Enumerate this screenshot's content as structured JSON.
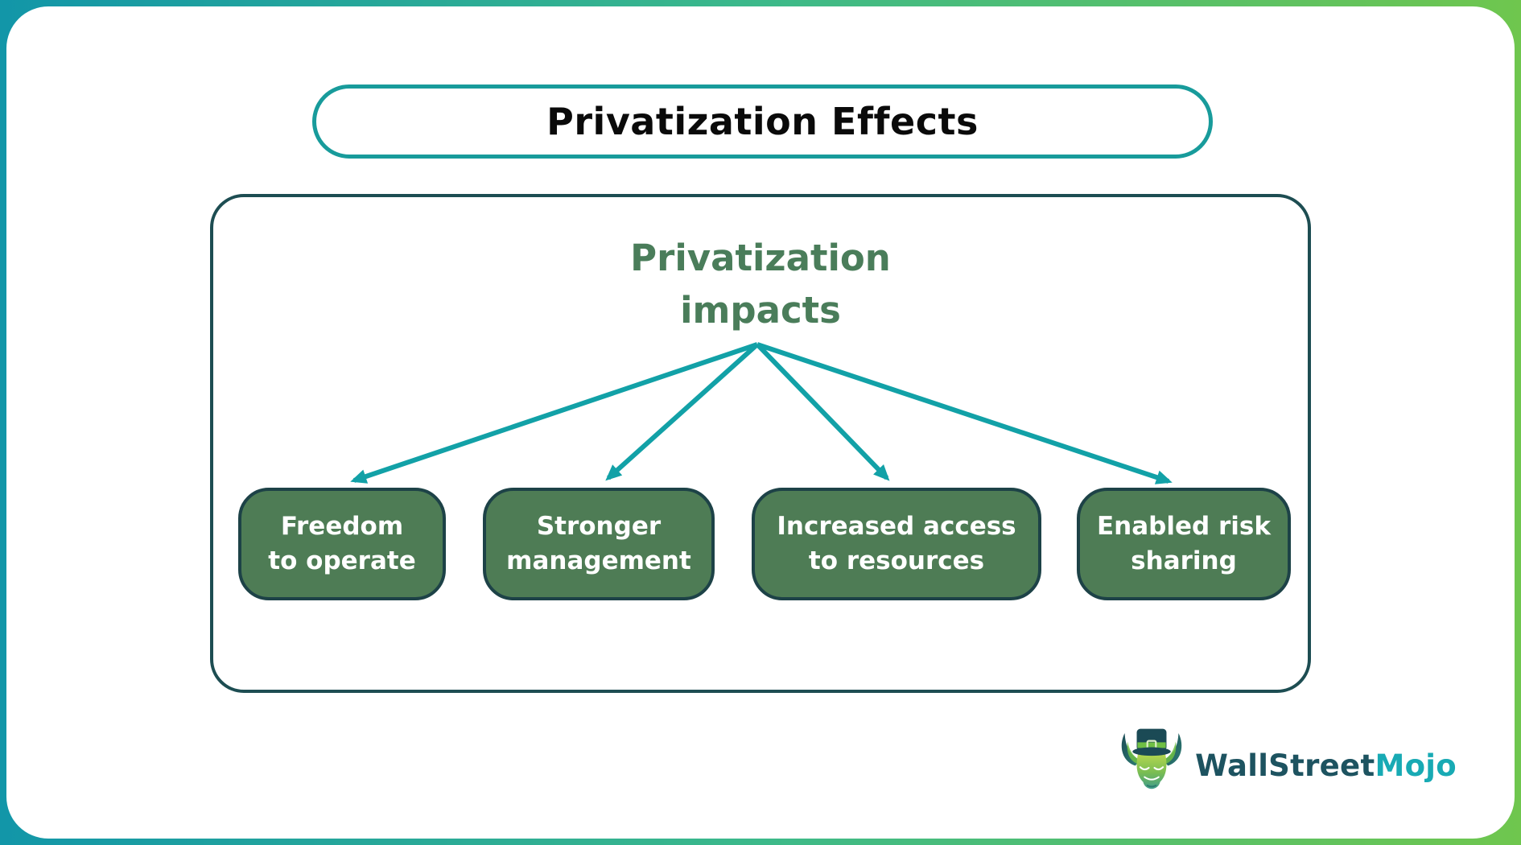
{
  "title": {
    "text": "Privatization Effects"
  },
  "diagram": {
    "heading": "Privatization\nimpacts",
    "nodes": [
      {
        "label": "Freedom\nto operate"
      },
      {
        "label": "Stronger\nmanagement"
      },
      {
        "label": "Increased access\nto resources"
      },
      {
        "label": "Enabled risk\nsharing"
      }
    ]
  },
  "logo": {
    "part1": "WallStreet",
    "part2": "Mojo",
    "icon": "bull-with-top-hat"
  },
  "colors": {
    "frame_gradient_left": "#1296a8",
    "frame_gradient_mid": "#3cb98a",
    "frame_gradient_right": "#6fc64e",
    "title_border": "#189b9b",
    "title_text": "#0a0a0a",
    "inner_border": "#1d4d52",
    "heading_green": "#4a7d5a",
    "node_fill": "#4e7c55",
    "node_border": "#1d4247",
    "node_text": "#ffffff",
    "arrow": "#12a1a7",
    "logo_dark": "#1d5360",
    "logo_teal": "#18aab4"
  }
}
